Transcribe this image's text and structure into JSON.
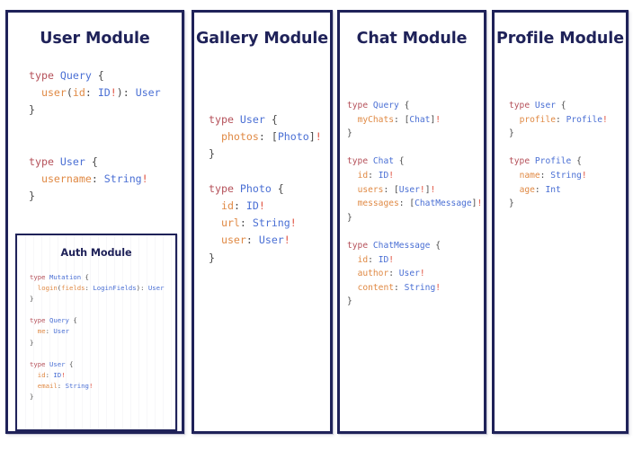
{
  "diagram": {
    "type": "graphql-schema-modules",
    "background_color": "#ffffff",
    "border_color": "#1f2259",
    "title_color": "#1f2259",
    "syntax_colors": {
      "keyword": "#b5515a",
      "type_name": "#4a6fd4",
      "field_name": "#e08a45",
      "punctuation": "#4a4a4a",
      "non_null_bang": "#e0513f"
    }
  },
  "cards": [
    {
      "id": "user-module",
      "title": "User Module",
      "code_lines": [
        "type Query {",
        "  user(id: ID!): User",
        "}",
        "",
        "",
        "type User {",
        "  username: String!",
        "}"
      ],
      "nested": {
        "id": "auth-module",
        "title": "Auth Module",
        "code_lines": [
          "type Mutation {",
          "  login(fields: LoginFields): User",
          "}",
          "",
          "type Query {",
          "  me: User",
          "}",
          "",
          "type User {",
          "  id: ID!",
          "  email: String!",
          "}"
        ]
      }
    },
    {
      "id": "gallery-module",
      "title": "Gallery Module",
      "code_lines": [
        "type User {",
        "  photos: [Photo]!",
        "}",
        "",
        "type Photo {",
        "  id: ID!",
        "  url: String!",
        "  user: User!",
        "}"
      ]
    },
    {
      "id": "chat-module",
      "title": "Chat Module",
      "code_lines": [
        "type Query {",
        "  myChats: [Chat]!",
        "}",
        "",
        "type Chat {",
        "  id: ID!",
        "  users: [User!]!",
        "  messages: [ChatMessage]!",
        "}",
        "",
        "type ChatMessage {",
        "  id: ID!",
        "  author: User!",
        "  content: String!",
        "}"
      ]
    },
    {
      "id": "profile-module",
      "title": "Profile Module",
      "code_lines": [
        "type User {",
        "  profile: Profile!",
        "}",
        "",
        "type Profile {",
        "  name: String!",
        "  age: Int",
        "}"
      ]
    }
  ]
}
